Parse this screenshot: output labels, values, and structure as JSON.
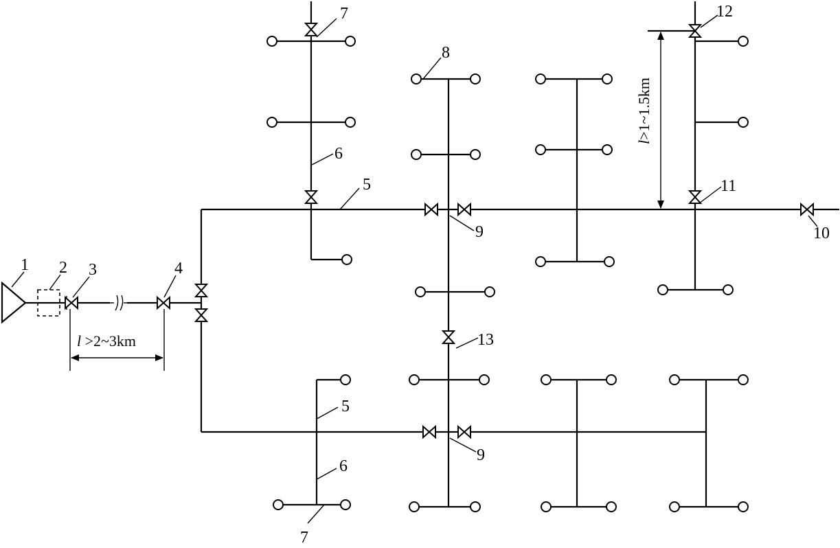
{
  "labels": {
    "source": "1",
    "meter": "2",
    "inlet_valve": "3",
    "main_valve": "4",
    "main_pipe_top": "5",
    "main_pipe_bottom": "5",
    "branch_top": "6",
    "branch_bottom": "6",
    "end_valve_top": "7",
    "end_valve_bottom": "7",
    "hydrant": "8",
    "section_valve_top": "9",
    "section_valve_bottom": "9",
    "end_valve_right": "10",
    "branch_valve_right": "11",
    "top_valve_right": "12",
    "mid_valve": "13"
  },
  "dimensions": {
    "horizontal": {
      "italic": "l",
      "text": " >2~3km"
    },
    "vertical": {
      "italic": "l",
      "text": ">1~1.5km"
    }
  }
}
